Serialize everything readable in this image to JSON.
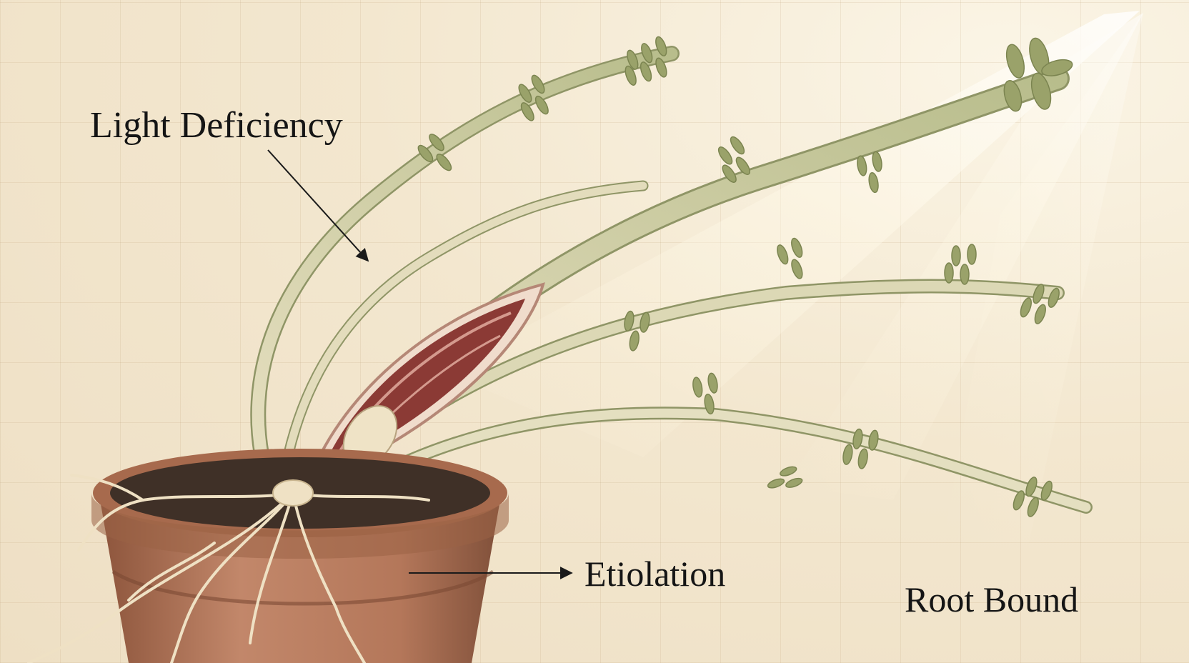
{
  "diagram": {
    "labels": {
      "light_deficiency": "Light Deficiency",
      "etiolation": "Etiolation",
      "root_bound": "Root Bound"
    },
    "elements": {
      "light_source": "light-beam",
      "plant": "etiolated-stems",
      "pot": "clay-pot",
      "cross_section": "stem-cross-section",
      "roots": "exposed-roots"
    },
    "colors": {
      "paper": "#f1e5cd",
      "grid": "#d8c4a4",
      "stem": "#c9caa0",
      "stem_edge": "#8f9566",
      "leaf": "#9aa26a",
      "pot": "#b97a5a",
      "pot_dark": "#8d553c",
      "soil": "#3f3027",
      "root": "#efe1c4",
      "section_red": "#8b3a35",
      "section_pink": "#d49a8e",
      "light": "#fffbe8"
    }
  }
}
